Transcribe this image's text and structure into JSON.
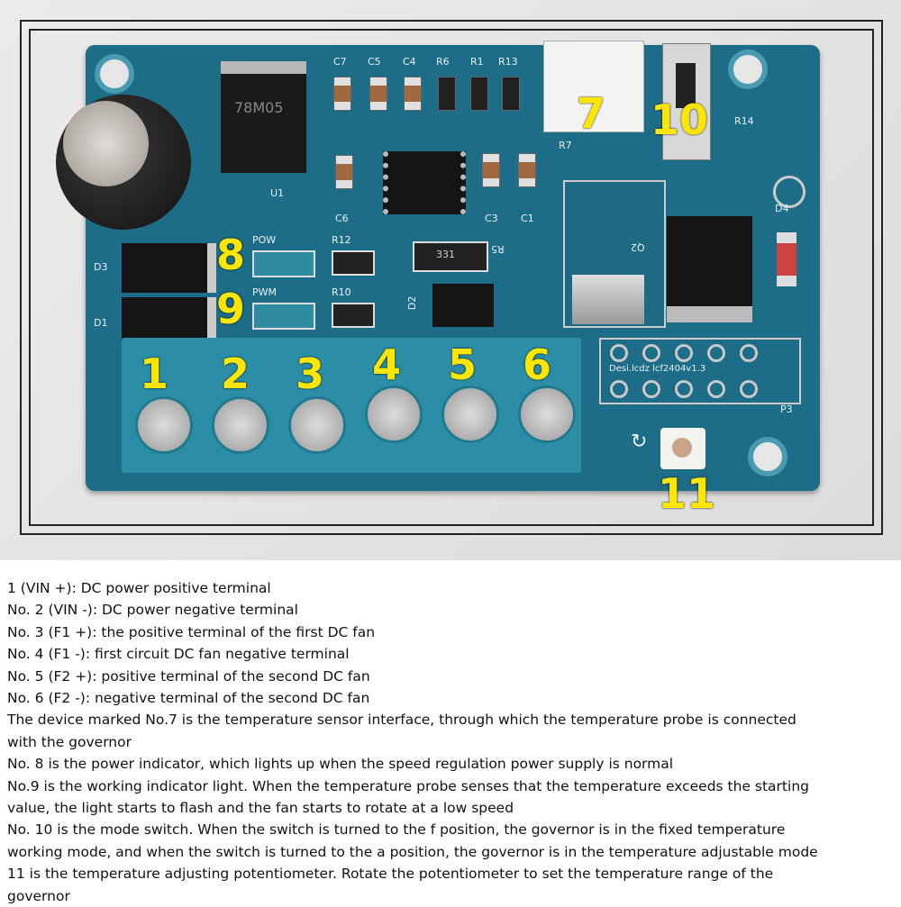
{
  "pcb": {
    "callouts": [
      "1",
      "2",
      "3",
      "4",
      "5",
      "6",
      "7",
      "8",
      "9",
      "10",
      "11"
    ],
    "silkscreen": {
      "c7": "C7",
      "c5": "C5",
      "c4": "C4",
      "r6": "R6",
      "r1": "R1",
      "r13": "R13",
      "r7": "R7",
      "r14": "R14",
      "u1": "U1",
      "c6": "C6",
      "c3": "C3",
      "c1": "C1",
      "q2": "Q2",
      "d4": "D4",
      "d3": "D3",
      "d1": "D1",
      "pow": "POW",
      "pwm": "PWM",
      "r12": "R12",
      "r10": "R10",
      "r5": "R5",
      "d2": "D2",
      "p3": "P3",
      "board_id": "Desi.lcdz  lcf2404v1.3",
      "regulator": "78M05",
      "r5_value": "331"
    }
  },
  "description": [
    [
      "1 (VIN +): DC power positive terminal"
    ],
    [
      "No. 2 (VIN -): DC power negative terminal"
    ],
    [
      "No. 3 (F1 +): the positive terminal of the first DC fan"
    ],
    [
      "No. 4 (F1 -): first circuit DC fan negative terminal"
    ],
    [
      "No. 5 (F2 +): positive terminal of the second DC fan"
    ],
    [
      "No. 6 (F2 -): negative terminal of the second DC fan"
    ],
    [
      "The device marked No.7 is the temperature sensor interface, through which the temperature probe is connected",
      "with the governor"
    ],
    [
      "No. 8 is the power indicator, which lights up when the speed regulation power supply is normal"
    ],
    [
      "No.9 is the working indicator light. When the temperature probe senses that the temperature exceeds the starting",
      "value, the light starts to flash and the fan starts to rotate at a low speed"
    ],
    [
      "No. 10 is the mode switch. When the switch is turned to the f position, the governor is in the fixed temperature",
      "working mode, and when the switch is turned to the a position, the governor is in the temperature adjustable mode"
    ],
    [
      "11 is the temperature adjusting potentiometer. Rotate the potentiometer to set the temperature range of the",
      "governor"
    ]
  ]
}
